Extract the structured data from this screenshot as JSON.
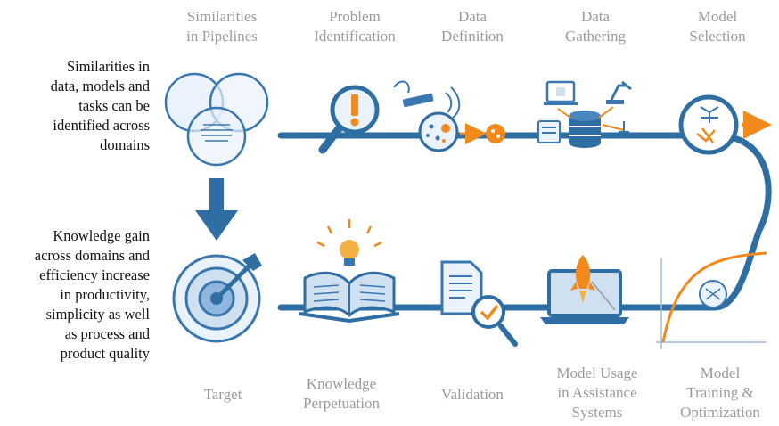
{
  "stages_top": [
    {
      "label": "Similarities\nin Pipelines"
    },
    {
      "label": "Problem\nIdentification"
    },
    {
      "label": "Data\nDefinition"
    },
    {
      "label": "Data\nGathering"
    },
    {
      "label": "Model\nSelection"
    }
  ],
  "stages_bottom": [
    {
      "label": "Target"
    },
    {
      "label": "Knowledge\nPerpetuation"
    },
    {
      "label": "Validation"
    },
    {
      "label": "Model Usage\nin Assistance\nSystems"
    },
    {
      "label": "Model\nTraining &\nOptimization"
    }
  ],
  "side_text": {
    "top": "Similarities in\ndata, models and\ntasks can be\nidentified across\ndomains",
    "bottom": "Knowledge gain\nacross domains and\nefficiency increase\nin productivity,\nsimplicity as well\nas process and\nproduct quality"
  },
  "colors": {
    "pipeline": "#2f6ea3",
    "icon_blue": "#3a77b0",
    "light_blue": "#cfe0f1",
    "orange": "#f08a1c",
    "label_gray": "#9a9a9a"
  },
  "icons": [
    "venn-diagram-icon",
    "magnifier-exclamation-icon",
    "data-definition-icon",
    "data-gathering-icon",
    "model-selection-icon",
    "down-arrow-icon",
    "target-dart-icon",
    "open-book-bulb-icon",
    "document-check-icon",
    "laptop-rocket-icon",
    "training-curve-icon"
  ]
}
